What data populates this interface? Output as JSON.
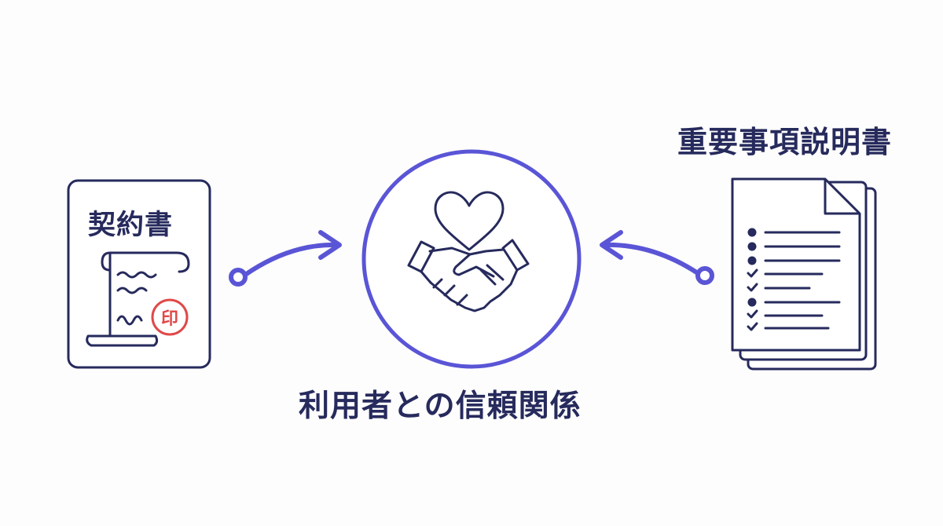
{
  "left": {
    "title": "契約書",
    "seal": "印",
    "icon": "contract-scroll-icon"
  },
  "center": {
    "label": "利用者との信頼関係",
    "icon": "heart-handshake-icon"
  },
  "right": {
    "title": "重要事項説明書",
    "icon": "checklist-document-icon"
  },
  "colors": {
    "navy": "#262a5c",
    "accent": "#5a55d6",
    "seal": "#e04848",
    "background": "#fdfdfd"
  }
}
